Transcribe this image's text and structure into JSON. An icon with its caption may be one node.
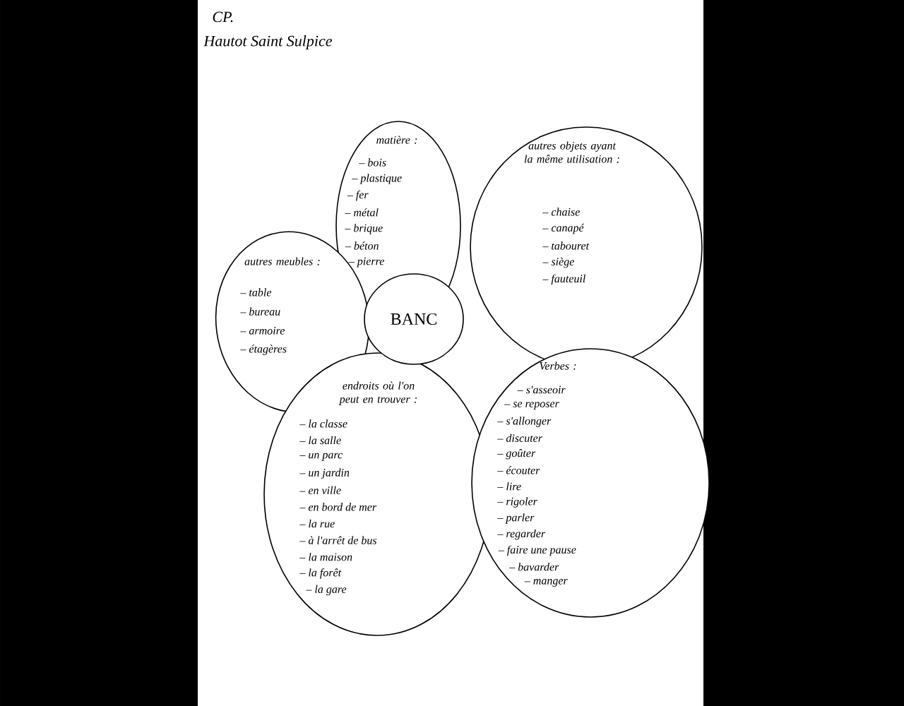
{
  "diagram": {
    "nodes": [
      {
        "text": [
          "matière :",
          "– bois",
          "– plastique",
          "– fer",
          "– métal",
          "– brique",
          "– béton",
          "– pierre"
        ]
      },
      {
        "text": [
          "autres objets ayant la même utilisation :",
          "– chaise",
          "– canapé",
          "– tabouret",
          "– siège",
          "– fauteuil"
        ]
      },
      {
        "text": [
          "autres meubles :",
          "– table",
          "– bureau",
          "– armoire",
          "– étagères"
        ]
      },
      {
        "text": [
          "BANC"
        ]
      },
      {
        "text": [
          "endroits où l'on peut en trouver :",
          "– la classe",
          "– la salle",
          "– un parc",
          "– un jardin",
          "– en ville",
          "– en bord de mer",
          "– la rue",
          "– à l'arrêt de bus",
          "– la maison",
          "– la forêt",
          "– la gare"
        ]
      },
      {
        "text": [
          "Verbes :",
          "– s'asseoir",
          "– se reposer",
          "– s'allonger",
          "– discuter",
          "– goûter",
          "– écouter",
          "– lire",
          "– rigoler",
          "– parler",
          "– regarder",
          "– faire une pause",
          "– bavarder",
          "– manger"
        ]
      }
    ],
    "labels": [
      "CP.",
      "Hautot Saint Sulpice"
    ]
  }
}
